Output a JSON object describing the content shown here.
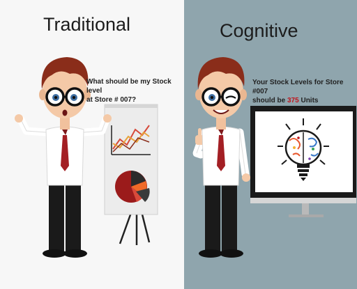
{
  "left_panel": {
    "heading": "Traditional",
    "speech_line1": "What should be my Stock level",
    "speech_line2": "at Store # 007?"
  },
  "right_panel": {
    "heading": "Cognitive",
    "speech_line1": "Your Stock Levels for Store #007",
    "speech_prefix": "should be ",
    "speech_value": "375",
    "speech_suffix": " Units"
  },
  "colors": {
    "left_background": "#f7f7f7",
    "right_background": "#8fa5ad",
    "accent_red": "#c0141c",
    "hair": "#8a2d1a",
    "shirt": "#ffffff",
    "tie": "#a31f24",
    "trousers": "#1a1a1a"
  },
  "icons": [
    "line-chart-icon",
    "pie-chart-icon",
    "brain-lightbulb-icon",
    "thumbs-up-icon"
  ]
}
